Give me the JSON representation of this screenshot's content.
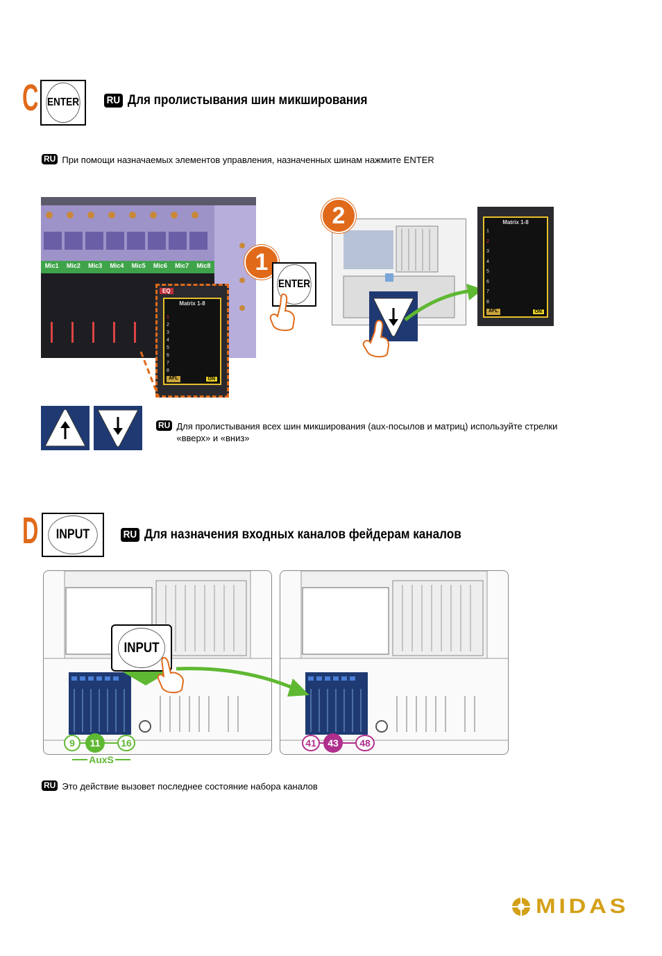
{
  "section_c": {
    "letter": "C",
    "key_label": "ENTER",
    "badge": "RU",
    "heading": "Для пролистывания шин микширования",
    "instruction": "При помощи назначаемых элементов управления, назначенных шинам нажмите ENTER",
    "step1": "1",
    "step2": "2",
    "enter_callout": "ENTER",
    "matrix_title": "Matrix 1-8",
    "matrix_rows": [
      "1",
      "2",
      "3",
      "4",
      "5",
      "6",
      "7",
      "8"
    ],
    "afl": "AFL",
    "on": "ON",
    "mix_labels": [
      "Mic1",
      "Mic2",
      "Mic3",
      "Mic4",
      "Mic5",
      "Mic6",
      "Mic7",
      "Mic8"
    ],
    "eq_label": "EQ",
    "arrows_text": "Для пролистывания всех шин микширования (aux-посылов и матриц) используйте стрелки «вверх» и «вниз»"
  },
  "section_d": {
    "letter": "D",
    "key_label": "INPUT",
    "badge": "RU",
    "heading": "Для назначения входных каналов фейдерам каналов",
    "input_callout": "INPUT",
    "left_numbers": [
      "9",
      "11",
      "16"
    ],
    "auxs_label": "AuxS",
    "right_numbers": [
      "41",
      "43",
      "48"
    ],
    "note": "Это действие вызовет последнее состояние набора каналов"
  },
  "logo": "MIDAS",
  "colors": {
    "accent_orange": "#e06a1a",
    "green": "#5fb832",
    "magenta": "#b02e8c",
    "navy": "#1f3a73"
  }
}
